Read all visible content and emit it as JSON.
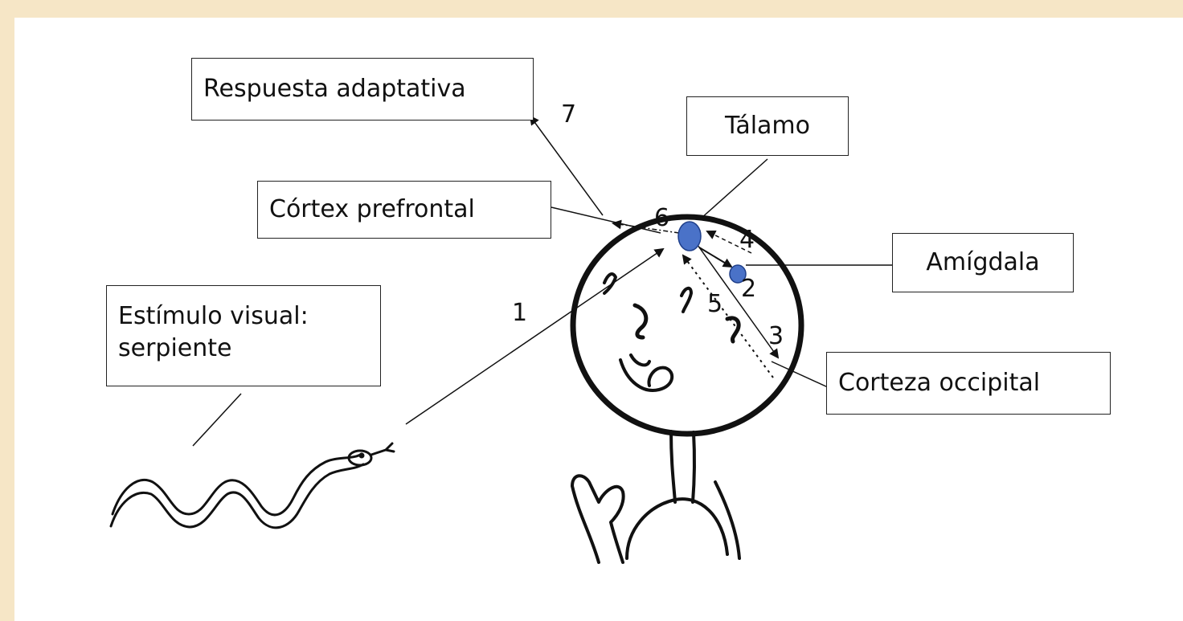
{
  "labels": {
    "respuesta": "Respuesta adaptativa",
    "talamo": "Tálamo",
    "cortex_prefrontal": "Córtex prefrontal",
    "amigdala": "Amígdala",
    "estimulo_line1": "Estímulo visual:",
    "estimulo_line2": "serpiente",
    "corteza_occipital": "Corteza occipital"
  },
  "steps": {
    "s1": "1",
    "s2": "2",
    "s3": "3",
    "s4": "4",
    "s5": "5",
    "s6": "6",
    "s7": "7"
  },
  "colors": {
    "background": "#f6e6c6",
    "card": "#ffffff",
    "nucleus": "#4a72c8",
    "ink": "#111111"
  }
}
